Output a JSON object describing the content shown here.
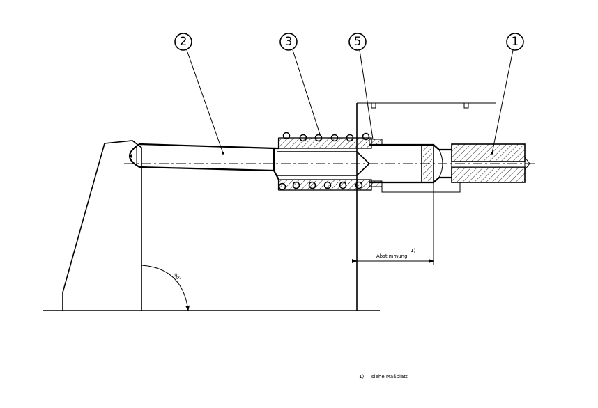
{
  "balloons": [
    {
      "label": "2"
    },
    {
      "label": "3"
    },
    {
      "label": "5"
    },
    {
      "label": "1"
    }
  ],
  "dimension": {
    "label": "Abstimmung",
    "note_ref": "1)"
  },
  "angle": {
    "label": "90°"
  },
  "footnote": {
    "ref": "1)",
    "text": "siehe Maßblatt"
  }
}
